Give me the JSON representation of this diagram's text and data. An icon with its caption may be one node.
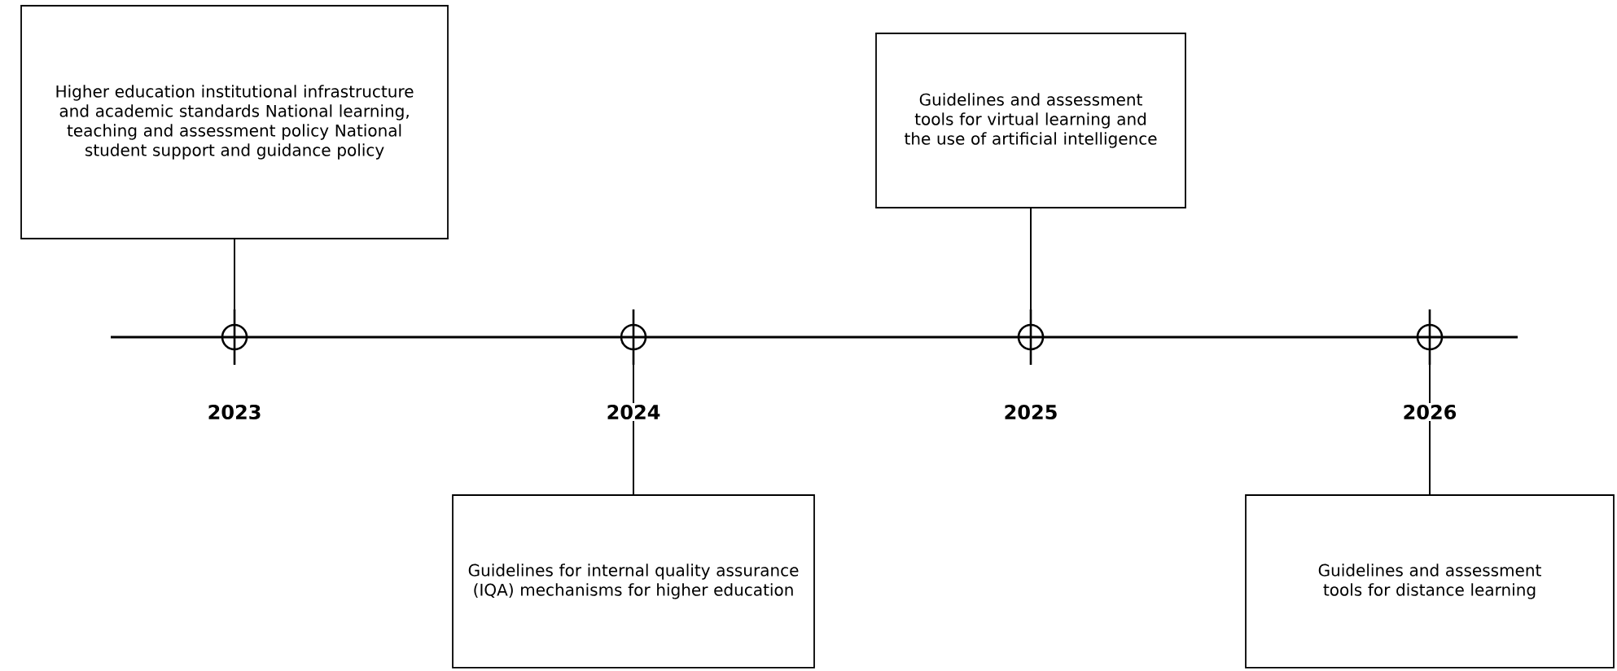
{
  "diagram": {
    "nodes": [
      {
        "text": [
          "Higher education institutional infrastructure and academic standards National learning, teaching and assessment policy National student support and guidance policy"
        ]
      },
      {
        "text": [
          "Guidelines for internal quality assurance (IQA) mechanisms for higher education"
        ]
      },
      {
        "text": [
          "Guidelines and assessment tools for virtual learning and the use of artificial intelligence"
        ]
      },
      {
        "text": [
          "Guidelines and assessment tools for distance learning"
        ]
      },
      {
        "text": [],
        "shape": "circle",
        "beside": [
          "2023"
        ]
      },
      {
        "text": [],
        "shape": "circle",
        "beside": [
          "2024"
        ]
      },
      {
        "text": [],
        "shape": "circle",
        "beside": [
          "2025"
        ]
      },
      {
        "text": [],
        "shape": "circle",
        "beside": [
          "2026"
        ]
      }
    ],
    "edges": [
      {
        "from": 0,
        "to": 4,
        "arrow": "none"
      },
      {
        "from": 1,
        "to": 5,
        "arrow": "none"
      },
      {
        "from": 2,
        "to": 6,
        "arrow": "none"
      },
      {
        "from": 3,
        "to": 7,
        "arrow": "none"
      }
    ]
  }
}
